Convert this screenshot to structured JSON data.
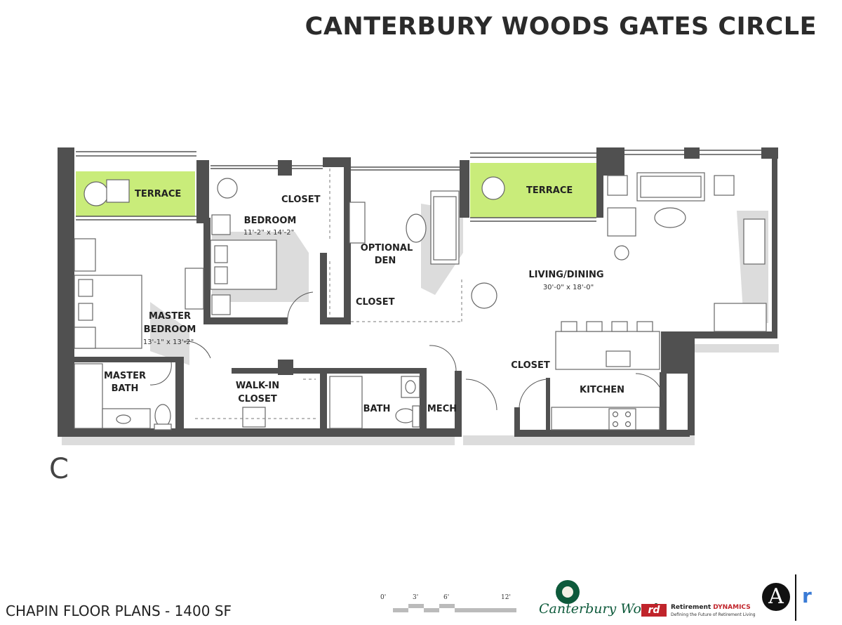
{
  "title": "CANTERBURY WOODS GATES CIRCLE",
  "plan_variant": "C",
  "footer": {
    "plan_name": "CHAPIN FLOOR PLANS - 1400 SF"
  },
  "scale_bar": {
    "ticks": [
      "0'",
      "3'",
      "6'",
      "12'"
    ]
  },
  "colors": {
    "terrace": "#c9ec7a",
    "walls": "#505050",
    "shadow": "#d8d8d8",
    "brand_green": "#0e5a3b",
    "brand_red": "#c0242b",
    "brand_blue": "#3a7bd5"
  },
  "rooms": {
    "terrace_left": "TERRACE",
    "terrace_right": "TERRACE",
    "closet_top": "CLOSET",
    "bedroom": {
      "name": "BEDROOM",
      "dims": "11'-2\" x 14'-2\""
    },
    "optional_den_1": "OPTIONAL",
    "optional_den_2": "DEN",
    "closet_den": "CLOSET",
    "living": {
      "name": "LIVING/DINING",
      "dims": "30'-0\" x 18'-0\""
    },
    "master_bedroom_1": "MASTER",
    "master_bedroom_2": "BEDROOM",
    "master_bedroom_dims": "13'-1\" x 13'-2\"",
    "master_bath_1": "MASTER",
    "master_bath_2": "BATH",
    "walk_in_1": "WALK-IN",
    "walk_in_2": "CLOSET",
    "bath": "BATH",
    "mech": "MECH",
    "closet_entry": "CLOSET",
    "kitchen": "KITCHEN"
  },
  "logos": {
    "canterbury": "Canterbury Woods",
    "rd_mark": "rd",
    "rd_name_1": "Retirement ",
    "rd_name_2": "DYNAMICS",
    "rd_tagline": "Defining the Future of Retirement Living",
    "a_mark": "A",
    "r_mark": "r"
  }
}
